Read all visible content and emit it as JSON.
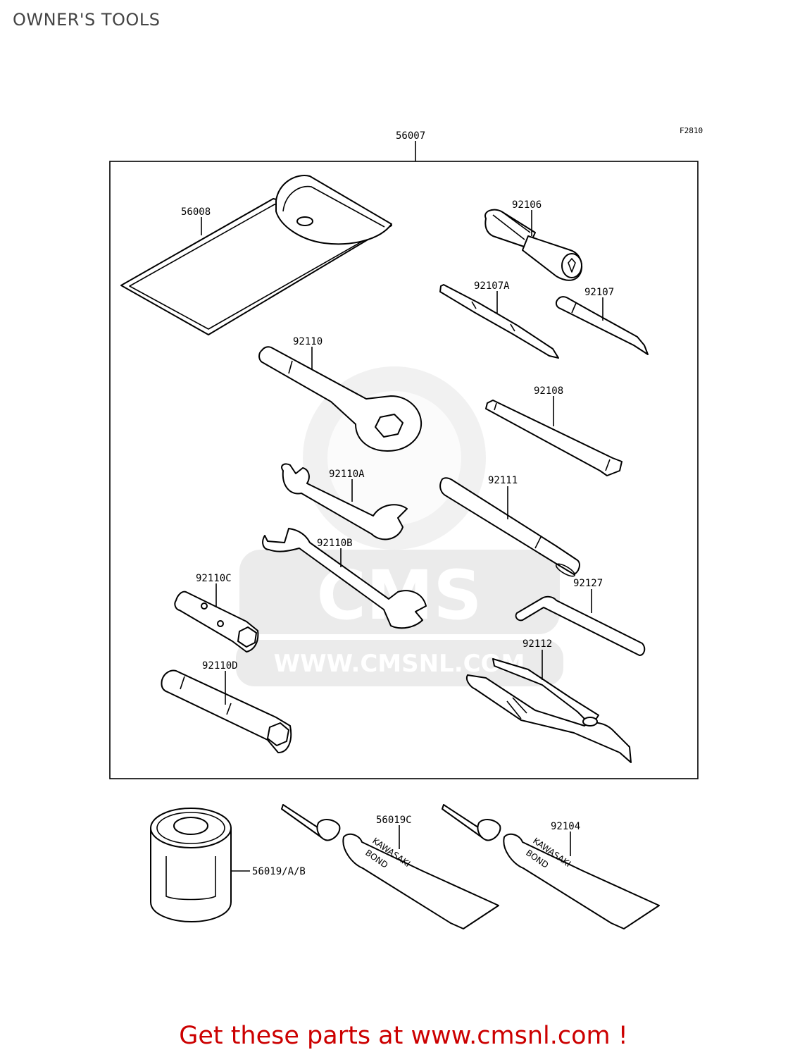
{
  "page": {
    "title": "OWNER'S TOOLS",
    "footer": "Get these parts at www.cmsnl.com !",
    "figure_code": "F2810"
  },
  "watermark": {
    "logo_text": "CMS",
    "url_text": "WWW.CMSNL.COM"
  },
  "callouts": {
    "p56007": "56007",
    "p56008": "56008",
    "p92106": "92106",
    "p92107A": "92107A",
    "p92107": "92107",
    "p92110": "92110",
    "p92108": "92108",
    "p92110A": "92110A",
    "p92111": "92111",
    "p92110B": "92110B",
    "p92110C": "92110C",
    "p92127": "92127",
    "p92112": "92112",
    "p92110D": "92110D",
    "p56019C": "56019C",
    "p92104": "92104",
    "p56019AB": "56019/A/B"
  },
  "tube_print": {
    "line1": "KAWASAKI",
    "line2": "BOND"
  }
}
